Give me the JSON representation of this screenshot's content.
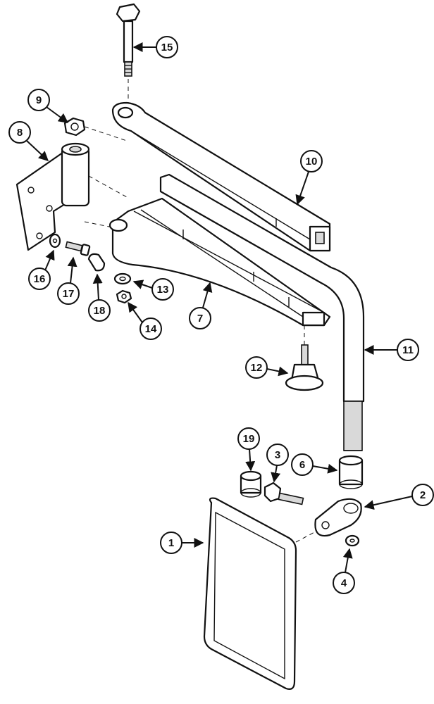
{
  "colors": {
    "line": "#111111",
    "background": "#ffffff",
    "shade": "#d9d9d9"
  },
  "callouts": [
    {
      "number": "1"
    },
    {
      "number": "2"
    },
    {
      "number": "3"
    },
    {
      "number": "4"
    },
    {
      "number": "6"
    },
    {
      "number": "7"
    },
    {
      "number": "8"
    },
    {
      "number": "9"
    },
    {
      "number": "10"
    },
    {
      "number": "11"
    },
    {
      "number": "12"
    },
    {
      "number": "13"
    },
    {
      "number": "14"
    },
    {
      "number": "15"
    },
    {
      "number": "16"
    },
    {
      "number": "17"
    },
    {
      "number": "18"
    },
    {
      "number": "19"
    }
  ]
}
